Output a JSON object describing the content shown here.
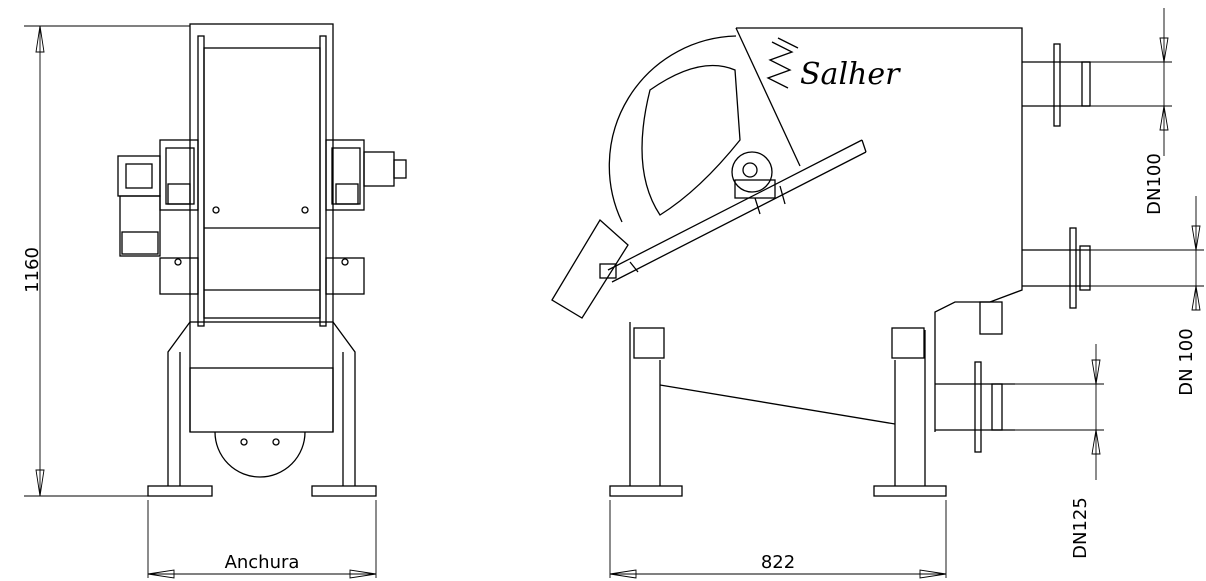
{
  "brand": {
    "name": "Salher"
  },
  "front_view": {
    "height_dim": "1160",
    "width_dim": "Anchura"
  },
  "side_view": {
    "length_dim": "822",
    "ports": [
      {
        "label": "DN100"
      },
      {
        "label": "DN 100"
      },
      {
        "label": "DN125"
      }
    ]
  }
}
